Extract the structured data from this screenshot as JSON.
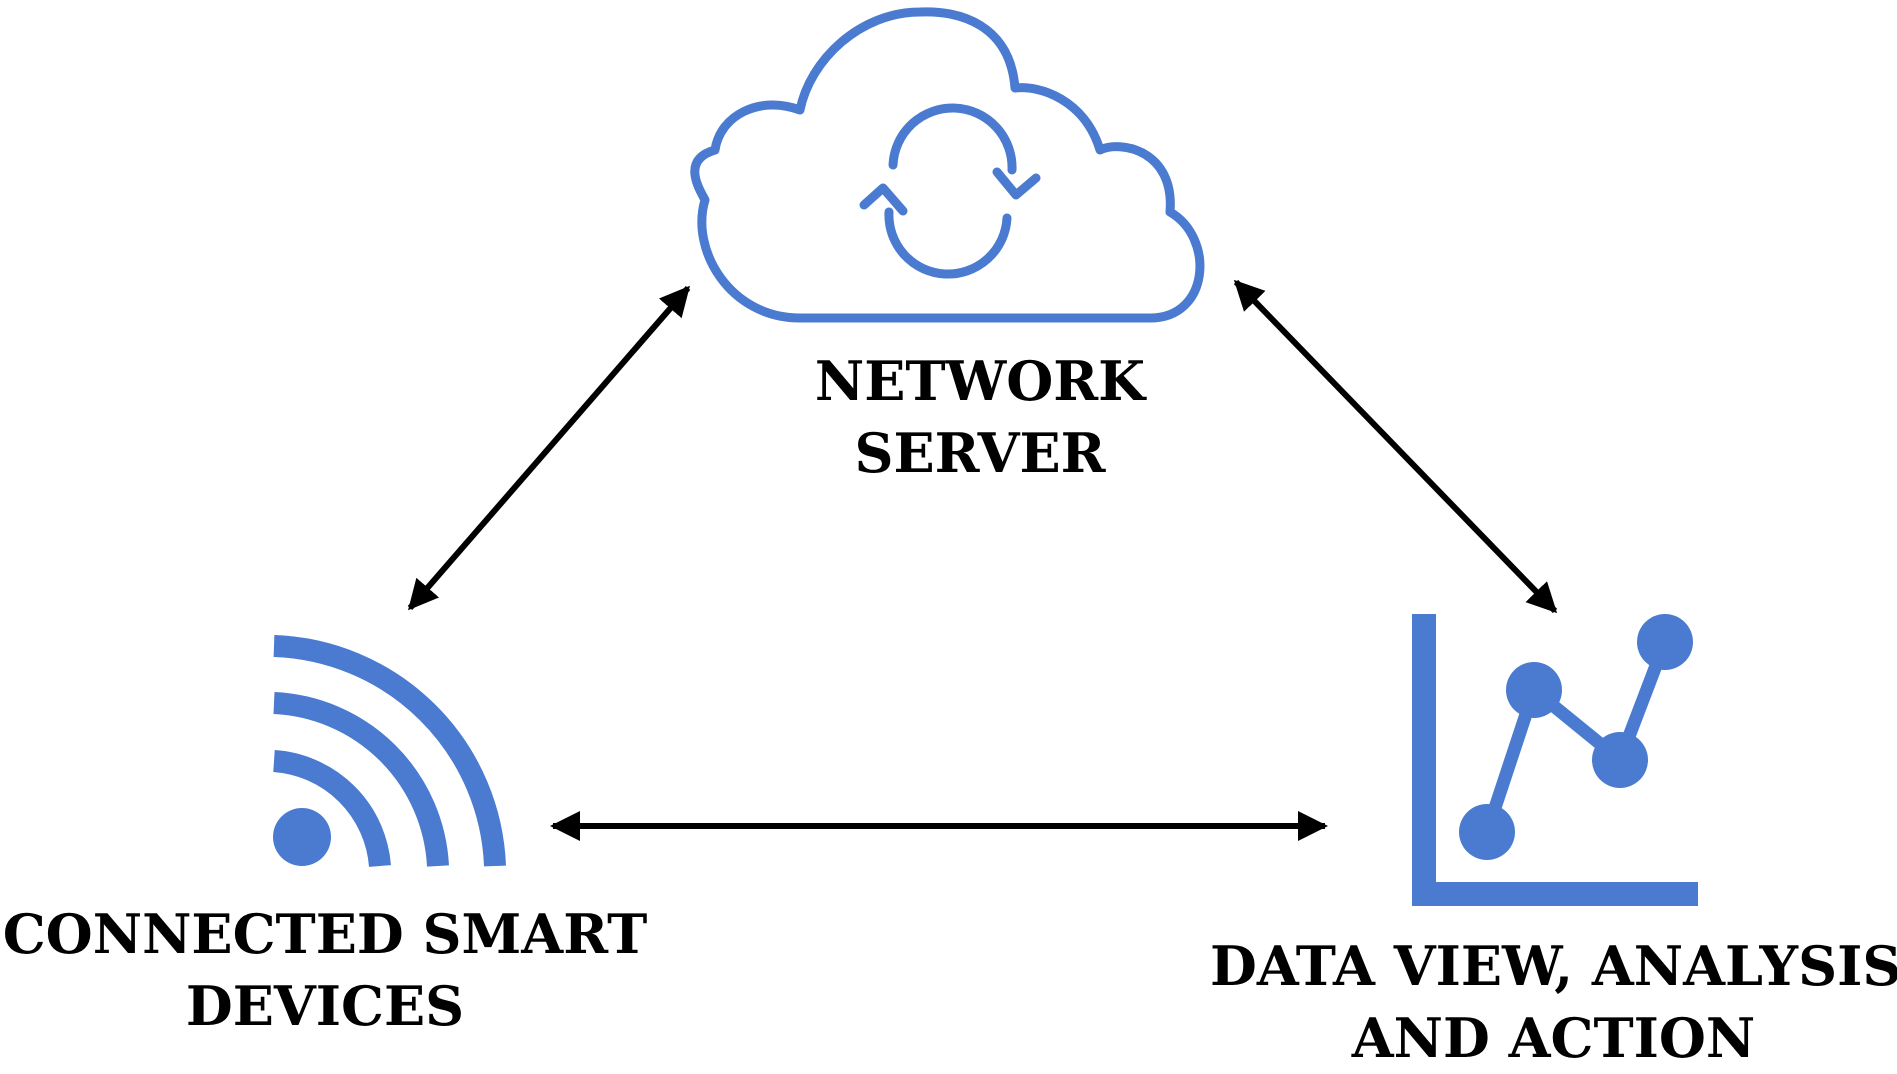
{
  "colors": {
    "icon_blue": "#4a7bd0",
    "arrow_black": "#000000",
    "label_text": "#000000",
    "background": "#ffffff"
  },
  "nodes": {
    "network_server": {
      "icon": "cloud-sync-icon",
      "label_lines": [
        "NETWORK",
        "SERVER"
      ]
    },
    "smart_devices": {
      "icon": "wireless-signal-icon",
      "label_lines": [
        "CONNECTED SMART",
        "DEVICES"
      ]
    },
    "data_view": {
      "icon": "line-chart-icon",
      "label_lines": [
        "DATA VIEW, ANALYSIS",
        "AND ACTION"
      ]
    }
  },
  "connections": [
    {
      "from": "smart_devices",
      "to": "network_server",
      "direction": "bidirectional"
    },
    {
      "from": "network_server",
      "to": "data_view",
      "direction": "bidirectional"
    },
    {
      "from": "smart_devices",
      "to": "data_view",
      "direction": "bidirectional"
    }
  ]
}
